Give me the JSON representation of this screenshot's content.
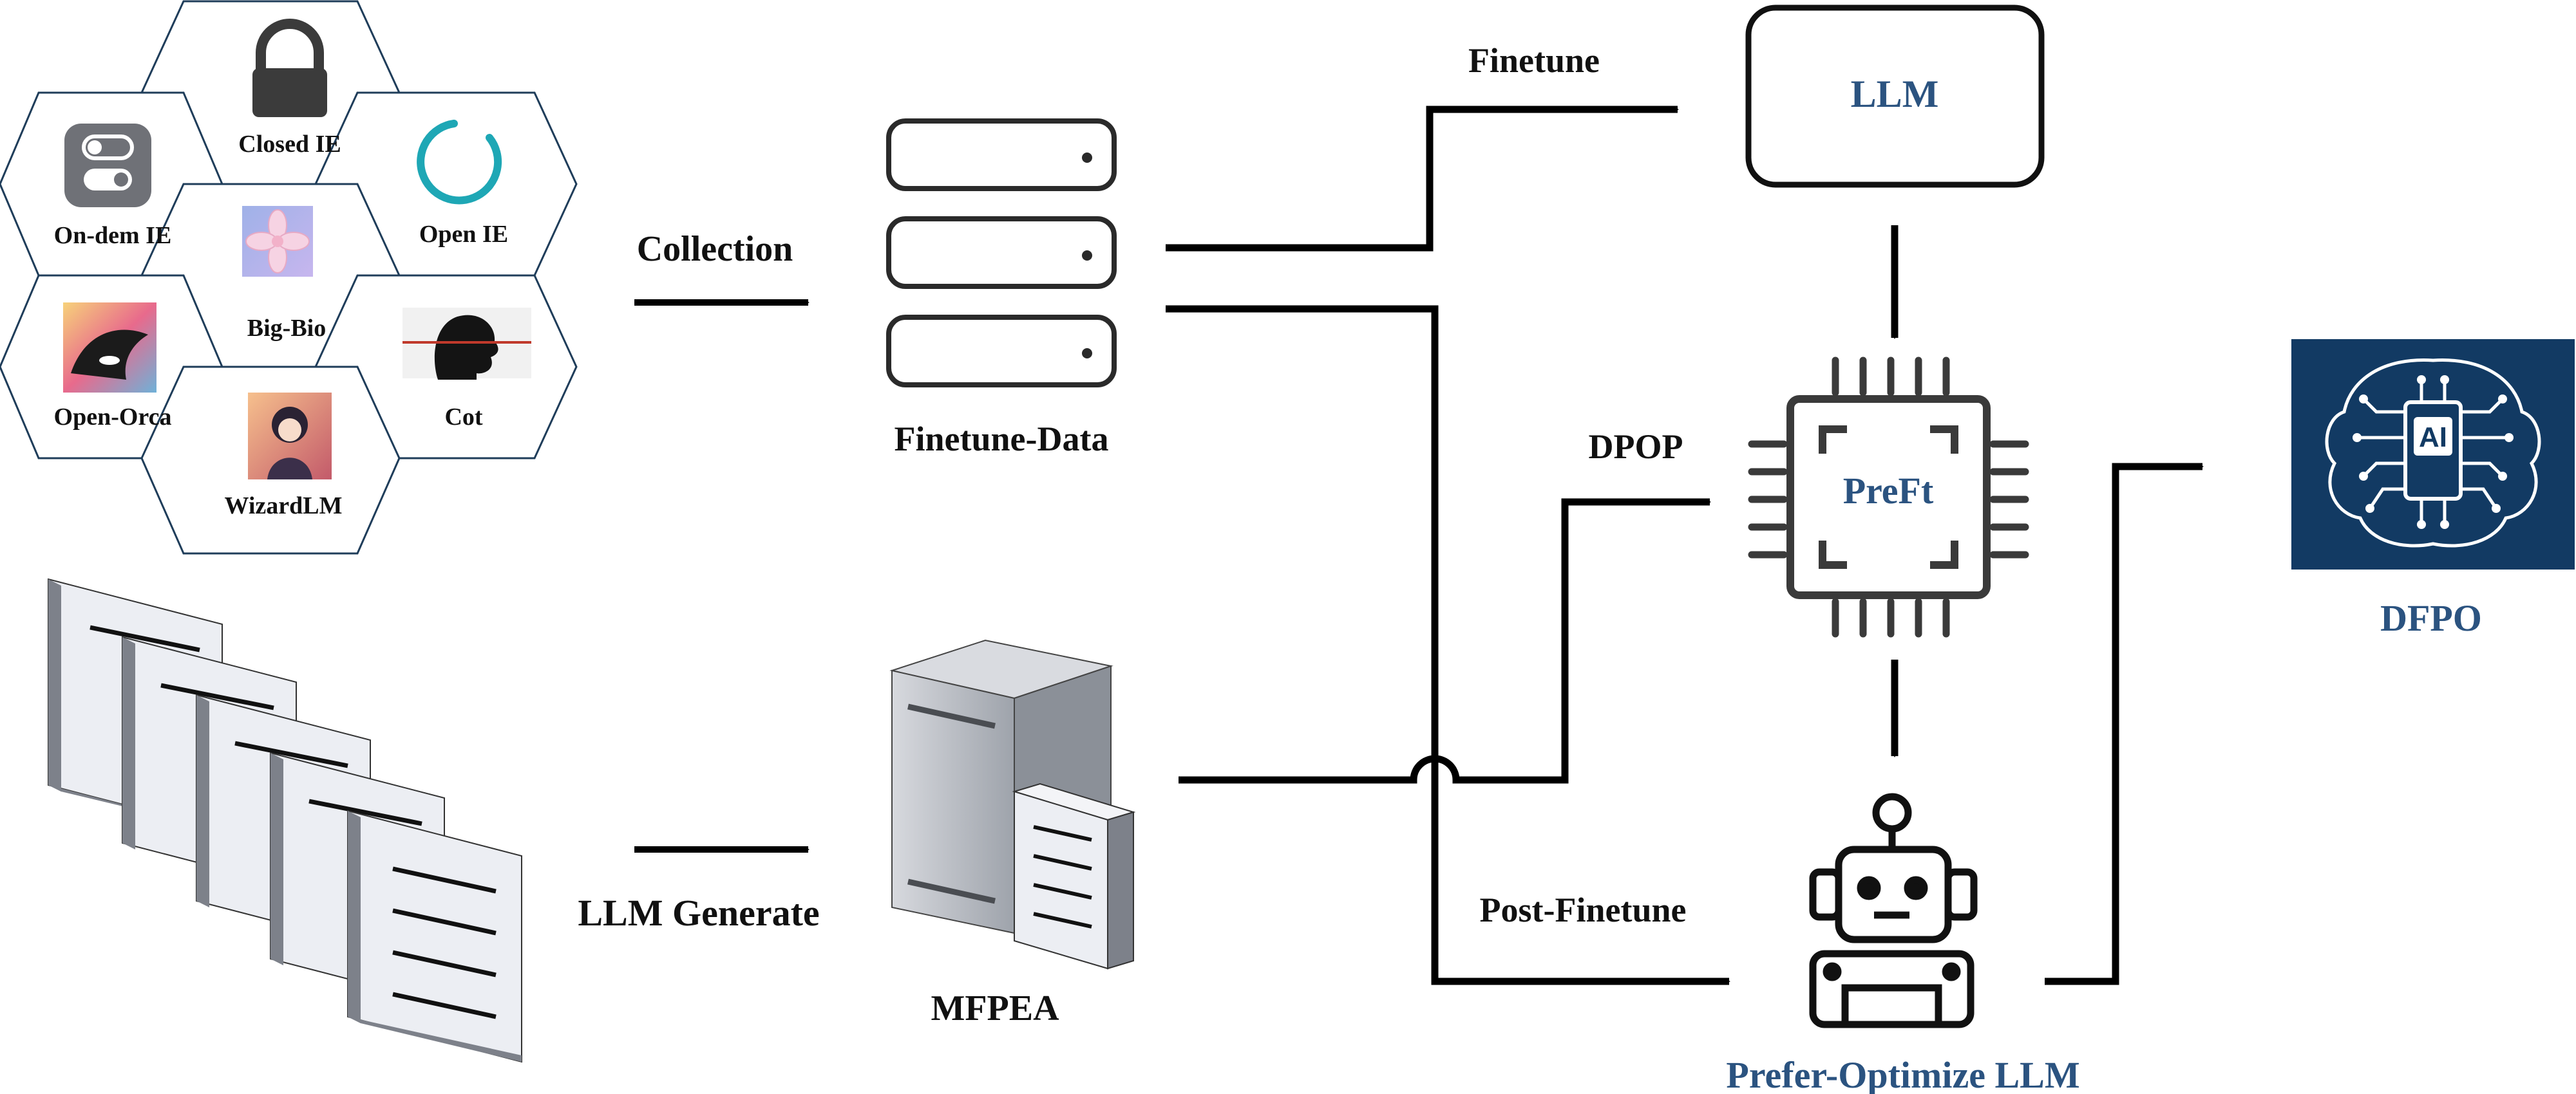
{
  "colors": {
    "accent_blue": "#2b5380",
    "dfpo_bg": "#123a63",
    "line": "#000000",
    "hex_stroke": "#1f3d5a"
  },
  "hexagon_sources": [
    {
      "label": "Closed IE",
      "icon": "lock-icon"
    },
    {
      "label": "On-dem IE",
      "icon": "toggle-switch-icon"
    },
    {
      "label": "Open IE",
      "icon": "loading-ring-icon"
    },
    {
      "label": "Big-Bio",
      "icon": "flower-image-icon"
    },
    {
      "label": "Open-Orca",
      "icon": "orca-image-icon"
    },
    {
      "label": "Cot",
      "icon": "head-silhouette-icon"
    },
    {
      "label": "WizardLM",
      "icon": "anime-character-image-icon"
    }
  ],
  "labels": {
    "collection": "Collection",
    "finetune_data": "Finetune-Data",
    "llm_generate": "LLM Generate",
    "mfpea": "MFPEA",
    "finetune": "Finetune",
    "llm_box": "LLM",
    "dpop": "DPOP",
    "preft": "PreFt",
    "post_finetune": "Post-Finetune",
    "prefer_optimize_llm": "Prefer-Optimize LLM",
    "dfpo": "DFPO",
    "ai_chip": "AI"
  }
}
